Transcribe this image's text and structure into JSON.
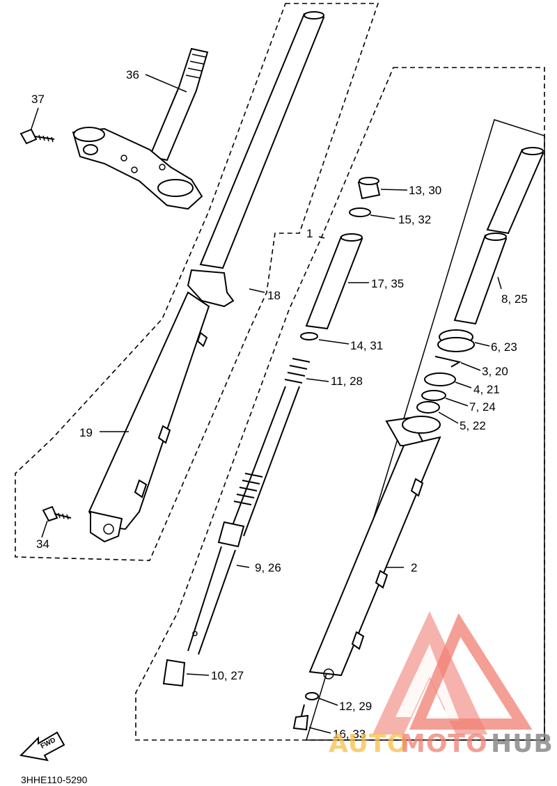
{
  "labels": {
    "p1": "1",
    "p2": "2",
    "p3_20": "3, 20",
    "p4_21": "4, 21",
    "p5_22": "5, 22",
    "p6_23": "6, 23",
    "p7_24": "7, 24",
    "p8_25": "8, 25",
    "p9_26": "9, 26",
    "p10_27": "10, 27",
    "p11_28": "11, 28",
    "p12_29": "12, 29",
    "p13_30": "13, 30",
    "p14_31": "14, 31",
    "p15_32": "15, 32",
    "p16_33": "16, 33",
    "p17_35": "17, 35",
    "p18": "18",
    "p19": "19",
    "p34": "34",
    "p36": "36",
    "p37": "37"
  },
  "fwd_arrow": "FWD",
  "figure_code": "3HHE110-5290",
  "watermark": {
    "part1": "AUTO",
    "part2": "MOTO",
    "part3": "HUB",
    "color_accent": "#f07f72",
    "color_auto": "#f6c049",
    "color_hub": "#8a8a8a"
  }
}
